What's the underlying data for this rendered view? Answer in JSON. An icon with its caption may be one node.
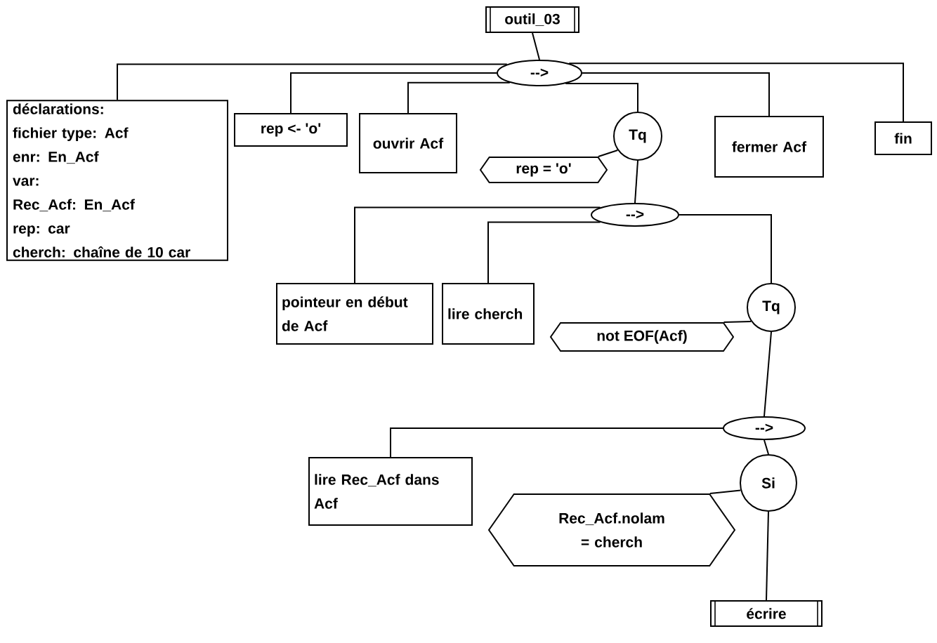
{
  "diagram": {
    "nodes": [
      {
        "text": [
          "outil_03"
        ]
      },
      {
        "text": [
          "-->"
        ]
      },
      {
        "text": [
          "déclarations:",
          "fichier type: Acf",
          "enr: En_Acf",
          "var:",
          "Rec_Acf: En_Acf",
          "rep: car",
          "cherch: chaîne de 10 car"
        ]
      },
      {
        "text": [
          "rep <- 'o'"
        ]
      },
      {
        "text": [
          "ouvrir Acf"
        ]
      },
      {
        "text": [
          "Tq"
        ]
      },
      {
        "text": [
          "rep = 'o'"
        ]
      },
      {
        "text": [
          "fermer Acf"
        ]
      },
      {
        "text": [
          "fin"
        ]
      },
      {
        "text": [
          "-->"
        ]
      },
      {
        "text": [
          "pointeur en début de Acf"
        ]
      },
      {
        "text": [
          "lire cherch"
        ]
      },
      {
        "text": [
          "Tq"
        ]
      },
      {
        "text": [
          "not EOF(Acf)"
        ]
      },
      {
        "text": [
          "-->"
        ]
      },
      {
        "text": [
          "lire Rec_Acf dans Acf"
        ]
      },
      {
        "text": [
          "Si"
        ]
      },
      {
        "text": [
          "Rec_Acf.nolam = cherch"
        ]
      },
      {
        "text": [
          "écrire"
        ]
      }
    ],
    "edges": [
      {
        "from": 0,
        "to": 1,
        "arrow": "none"
      },
      {
        "from": 1,
        "to": 2,
        "arrow": "none"
      },
      {
        "from": 1,
        "to": 3,
        "arrow": "none"
      },
      {
        "from": 1,
        "to": 4,
        "arrow": "none"
      },
      {
        "from": 1,
        "to": 5,
        "arrow": "none"
      },
      {
        "from": 1,
        "to": 7,
        "arrow": "none"
      },
      {
        "from": 1,
        "to": 8,
        "arrow": "none"
      },
      {
        "from": 5,
        "to": 6,
        "arrow": "none"
      },
      {
        "from": 5,
        "to": 9,
        "arrow": "none"
      },
      {
        "from": 9,
        "to": 10,
        "arrow": "none"
      },
      {
        "from": 9,
        "to": 11,
        "arrow": "none"
      },
      {
        "from": 9,
        "to": 12,
        "arrow": "none"
      },
      {
        "from": 12,
        "to": 13,
        "arrow": "none"
      },
      {
        "from": 12,
        "to": 14,
        "arrow": "none"
      },
      {
        "from": 14,
        "to": 15,
        "arrow": "none"
      },
      {
        "from": 14,
        "to": 16,
        "arrow": "none"
      },
      {
        "from": 16,
        "to": 17,
        "arrow": "none"
      },
      {
        "from": 16,
        "to": 18,
        "arrow": "none"
      }
    ]
  }
}
